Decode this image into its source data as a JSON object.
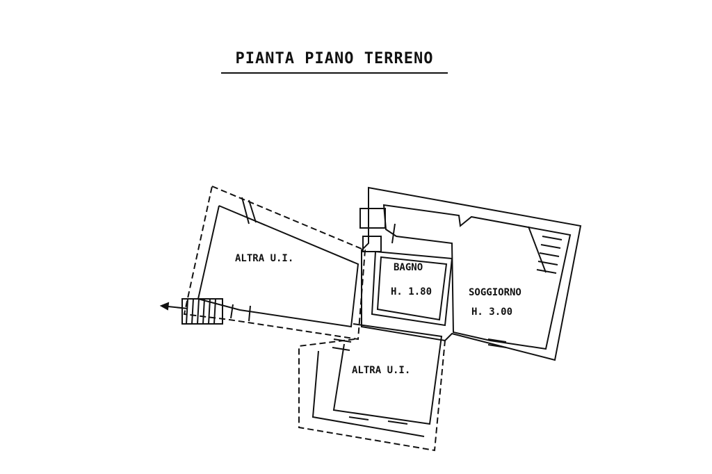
{
  "title": "PIANTA PIANO TERRENO",
  "rooms": {
    "altra_ul_top": "ALTRA U.I.",
    "bagno": "BAGNO",
    "bagno_height": "H. 1.80",
    "soggiorno": "SOGGIORNO",
    "soggiorno_height": "H. 3.00",
    "altra_ul_bottom": "ALTRA U.I."
  }
}
